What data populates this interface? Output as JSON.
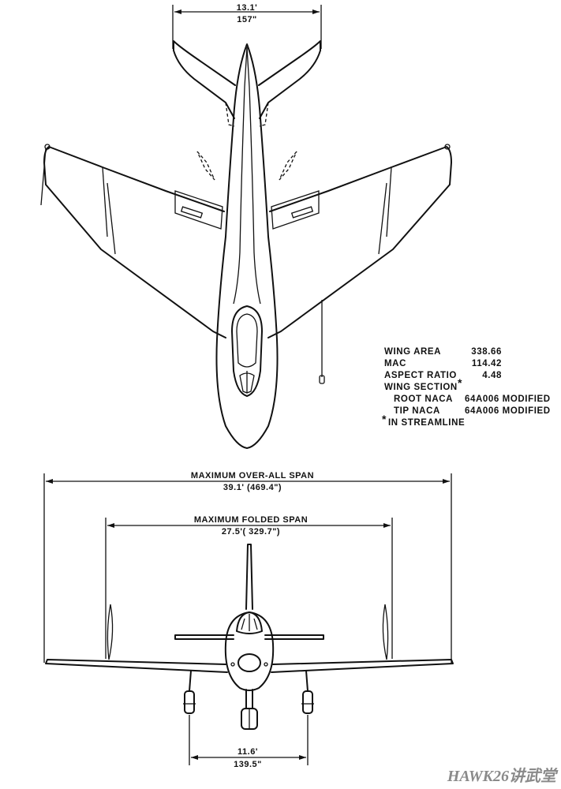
{
  "tail_span": {
    "feet": "13.1'",
    "inches": "157\""
  },
  "specs": {
    "wing_area": {
      "label": "WING AREA",
      "value": "338.66"
    },
    "mac": {
      "label": "MAC",
      "value": "114.42"
    },
    "aspect_ratio": {
      "label": "ASPECT RATIO",
      "value": "4.48"
    },
    "wing_section": {
      "label": "WING SECTION",
      "mark": "*"
    },
    "root": {
      "label": "ROOT NACA",
      "value": "64A006 MODIFIED"
    },
    "tip": {
      "label": "TIP NACA",
      "value": "64A006 MODIFIED"
    },
    "footnote": {
      "mark": "*",
      "text": "IN STREAMLINE"
    }
  },
  "overall_span": {
    "label": "MAXIMUM OVER-ALL SPAN",
    "value": "39.1'  (469.4\")"
  },
  "folded_span": {
    "label": "MAXIMUM FOLDED SPAN",
    "value": "27.5'( 329.7\")"
  },
  "gear_track": {
    "feet": "11.6'",
    "inches": "139.5\""
  },
  "watermark": "HAWK26讲武堂"
}
